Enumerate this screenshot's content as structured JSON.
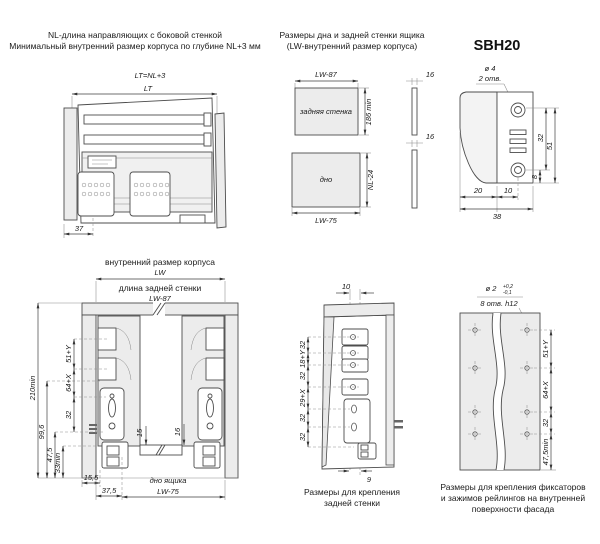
{
  "top_left": {
    "title_line1": "NL-длина направляющих с боковой стенкой",
    "title_line2": "Минимальный внутренний размер корпуса по глубине NL+3 мм",
    "dim_formula": "LT=NL+3",
    "dim_lt": "LT",
    "dim_37": "37"
  },
  "top_middle": {
    "title_line1": "Размеры дна и задней стенки ящика",
    "title_line2": "(LW-внутренний размер корпуса)",
    "back_width": "LW-87",
    "back_label": "задняя стенка",
    "back_height": "186 min",
    "back_thickness": "16",
    "bottom_label": "дно",
    "bottom_height": "NL-24",
    "bottom_width": "LW-75",
    "bottom_thickness": "16"
  },
  "top_right": {
    "title": "SBH20",
    "hole_dia": "ø 4",
    "hole_count": "2 отв.",
    "dim_32": "32",
    "dim_51": "51",
    "dim_8": "8",
    "dim_20": "20",
    "dim_10": "10",
    "dim_38": "38"
  },
  "bottom_left": {
    "title_line1": "внутренний размер корпуса",
    "title_line2": "LW",
    "subtitle_line1": "длина задней стенки",
    "subtitle_line2": "LW-87",
    "dim_210": "210min",
    "dim_99_6": "99,6",
    "dim_47_5": "47,5",
    "dim_33": "33min",
    "dim_51y": "51+Y",
    "dim_64x": "64+X",
    "dim_32": "32",
    "dim_15": "15",
    "dim_16": "16",
    "dim_15_5": "15,5",
    "dim_37_5": "37,5",
    "floor_label": "дно ящика",
    "floor_width": "LW-75"
  },
  "bottom_middle": {
    "dim_10": "10",
    "dims": [
      "32",
      "18+Y",
      "32",
      "29+X",
      "32",
      "32"
    ],
    "dim_9": "9",
    "caption_line1": "Размеры для крепления",
    "caption_line2": "задней стенки"
  },
  "bottom_right": {
    "hole_dia": "ø 2",
    "tol_plus": "+0,2",
    "tol_minus": "-0,1",
    "hole_count": "8 отв. h12",
    "dim_51y": "51+Y",
    "dim_64x": "64+X",
    "dim_32": "32",
    "dim_47_5": "47,5min",
    "caption_line1": "Размеры для крепления фиксаторов",
    "caption_line2": "и зажимов рейлингов на внутренней",
    "caption_line3": "поверхности фасада"
  }
}
